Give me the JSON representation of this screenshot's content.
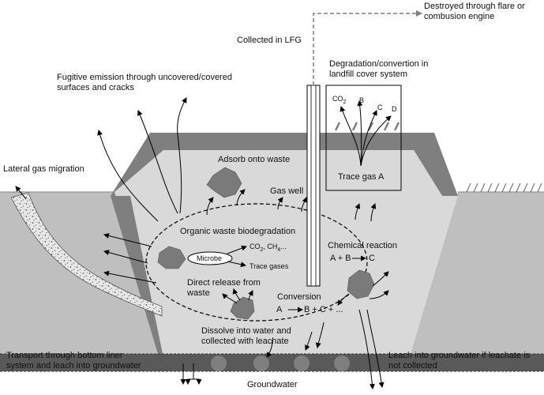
{
  "labels": {
    "destroyed_line1": "Destroyed through flare or",
    "destroyed_line2": "combusion engine",
    "collected_lfg": "Collected in LFG",
    "degradation_line1": "Degradation/convertion in",
    "degradation_line2": "landfill cover system",
    "fugitive_line1": "Fugitive emission through uncovered/covered",
    "fugitive_line2": "surfaces and cracks",
    "lateral": "Lateral gas migration",
    "adsorb": "Adsorb onto waste",
    "gas_well": "Gas well",
    "trace_gas_a": "Trace gas A",
    "co2": "CO",
    "co2_sub": "2",
    "b": "B",
    "c": "C",
    "d": "D",
    "organic": "Organic waste biodegradation",
    "microbe": "Microbe",
    "co2_ch4": "CO",
    "co2_ch4_sub": "2",
    "co2_ch4_rest": ", CH",
    "ch4_sub": "4",
    "co2_ch4_tail": "...",
    "trace_gases": "Trace gases",
    "chemical_reaction": "Chemical reaction",
    "abc_reaction_left": "A + B",
    "abc_reaction_right": "C",
    "direct_release_line1": "Direct release from",
    "direct_release_line2": "waste",
    "conversion": "Conversion",
    "conversion_a": "A",
    "conversion_rest": "B + C + ...",
    "dissolve_line1": "Dissolve into water and",
    "dissolve_line2": "collected with leachate",
    "transport_line1": "Transport through bottom liner",
    "transport_line2": "system and leach into groundwater",
    "leach_line1": "Leach into groundwater if leachate is",
    "leach_line2": "not collected",
    "groundwater": "Groundwater"
  },
  "colors": {
    "ground": "#bfbfbf",
    "landfill": "#d9d9d9",
    "cover": "#7f7f7f",
    "rock": "#7a7a7a",
    "groundwater": "#595959",
    "sphere": "#7f7f7f",
    "line": "#000000"
  }
}
